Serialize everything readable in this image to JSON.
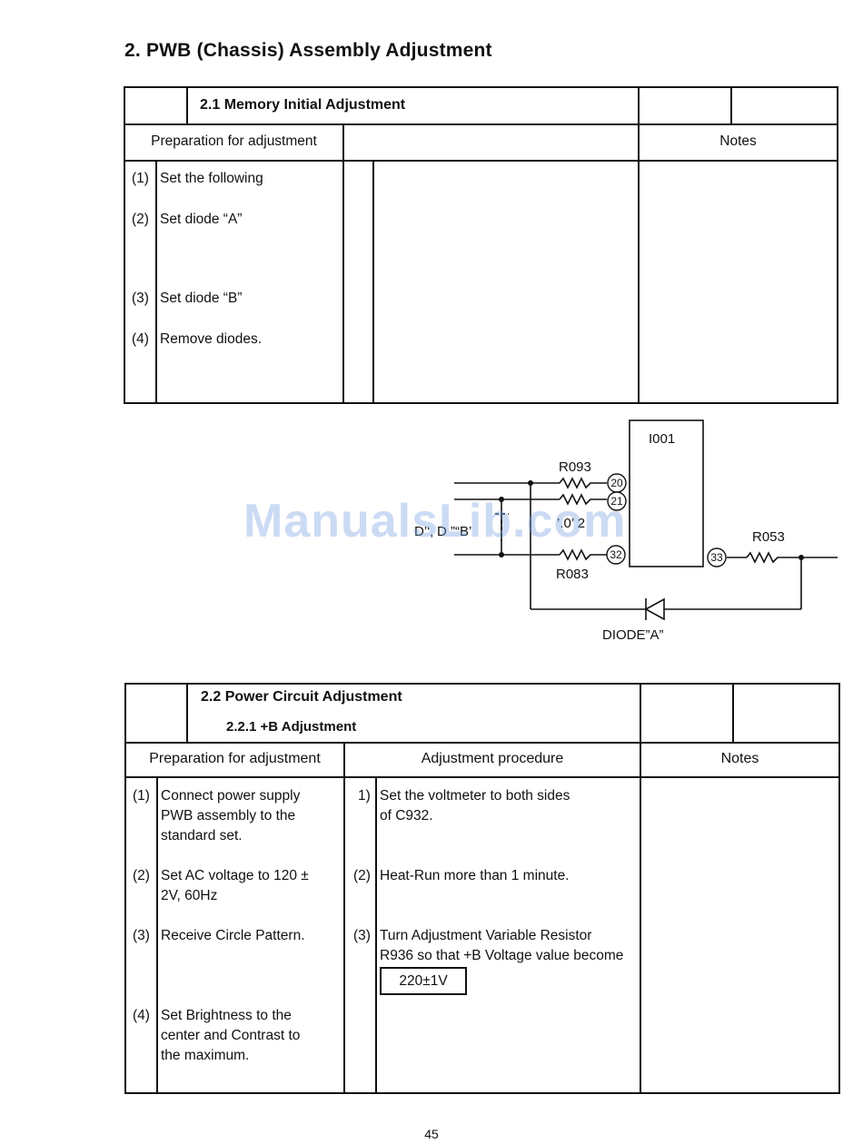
{
  "page_title": "2.  PWB (Chassis) Assembly Adjustment",
  "section1": {
    "title": "2.1 Memory Initial Adjustment",
    "prep_header": "Preparation for adjustment",
    "notes_header": "Notes",
    "steps": [
      {
        "num": "(1)",
        "text": "Set the following"
      },
      {
        "num": "(2)",
        "text": "Set diode “A”"
      },
      {
        "num": "(3)",
        "text": "Set diode “B”"
      },
      {
        "num": "(4)",
        "text": "Remove diodes."
      }
    ]
  },
  "diagram": {
    "ic_label": "I001",
    "r093": "R093",
    "r0x2": "’.0’ 2",
    "r083": "R083",
    "r053": "R053",
    "pin20": "20",
    "pin21": "21",
    "pin32": "32",
    "pin33": "33",
    "diode_b": "D’‘‚ D ”“B’",
    "diode_a": "DIODE”A”"
  },
  "watermark": "ManualsLib.com",
  "section2": {
    "title": "2.2  Power Circuit Adjustment",
    "subtitle": "2.2.1  +B Adjustment",
    "prep_header": "Preparation for adjustment",
    "proc_header": "Adjustment procedure",
    "notes_header": "Notes",
    "prep_steps": [
      {
        "num": "(1)",
        "text": "Connect power supply\nPWB assembly to the\nstandard set."
      },
      {
        "num": "(2)",
        "text": "Set AC voltage to 120 ±\n2V, 60Hz"
      },
      {
        "num": "(3)",
        "text": "Receive Circle Pattern."
      },
      {
        "num": "(4)",
        "text": "Set Brightness to the\ncenter and Contrast to\nthe maximum."
      }
    ],
    "proc_steps": [
      {
        "num": "1)",
        "text": "Set the voltmeter to both sides\nof C932."
      },
      {
        "num": "(2)",
        "text": "Heat-Run more than 1 minute."
      },
      {
        "num": "(3)",
        "text": "Turn Adjustment Variable Resistor\nR936 so that +B Voltage value become"
      }
    ],
    "value_box": "220±1V"
  },
  "page_number": "45"
}
